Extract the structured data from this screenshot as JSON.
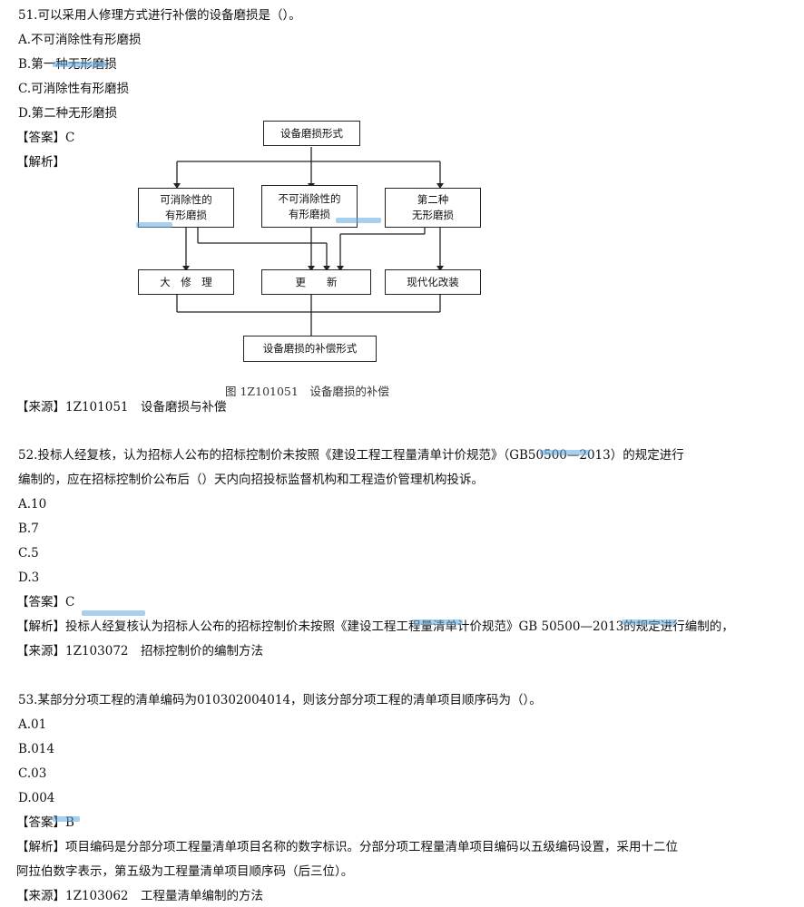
{
  "q51": {
    "question": "51.可以采用人修理方式进行补偿的设备磨损是（）。",
    "options": [
      "A.不可消除性有形磨损",
      "B.第一种无形磨损",
      "C.可消除性有形磨损",
      "D.第二种无形磨损"
    ],
    "answer": "【答案】C",
    "analysis": "【解析】",
    "source": "【来源】1Z101051　设备磨损与补偿"
  },
  "diagram": {
    "top": "设备磨损形式",
    "mid": [
      "可消除性的\n有形磨损",
      "不可消除性的\n有形磨损",
      "第二种\n无形磨损"
    ],
    "low": [
      "大　修　理",
      "更　　新",
      "现代化改装"
    ],
    "bottom": "设备磨损的补偿形式",
    "caption": "图 1Z101051　设备磨损的补偿"
  },
  "q52": {
    "question_l1": "52.投标人经复核，认为招标人公布的招标控制价未按照《建设工程工程量清单计价规范》（GB50500—2013）的规定进行",
    "question_l2": "编制的，应在招标控制价公布后（）天内向招投标监督机构和工程造价管理机构投诉。",
    "options": [
      "A.10",
      "B.7",
      "C.5",
      "D.3"
    ],
    "answer": "【答案】C",
    "analysis": "【解析】投标人经复核认为招标人公布的招标控制价未按照《建设工程工程量清单计价规范》GB 50500—2013的规定进行编制的，",
    "source": "【来源】1Z103072　招标控制价的编制方法"
  },
  "q53": {
    "question": "53.某部分分项工程的清单编码为010302004014，则该分部分项工程的清单项目顺序码为（）。",
    "options": [
      "A.01",
      "B.014",
      "C.03",
      "D.004"
    ],
    "answer": "【答案】B",
    "analysis_l1": "【解析】项目编码是分部分项工程量清单项目名称的数字标识。分部分项工程量清单项目编码以五级编码设置，采用十二位",
    "analysis_l2": "阿拉伯数字表示，第五级为工程量清单项目顺序码（后三位）。",
    "source": "【来源】1Z103062　工程量清单编制的方法"
  }
}
